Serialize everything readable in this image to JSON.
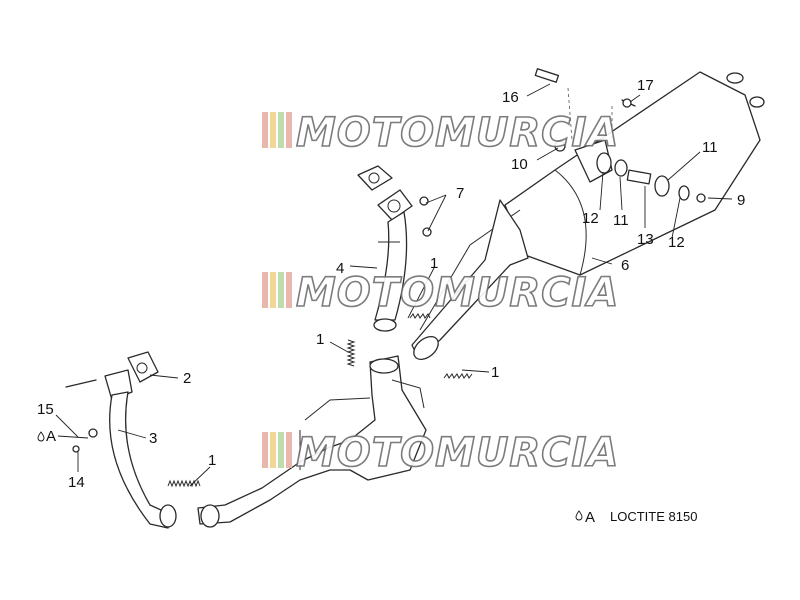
{
  "watermark": {
    "text": "MOTOMURCIA",
    "stripe_colors": [
      "#e8b0a6",
      "#f0d28a",
      "#b9d9a3"
    ]
  },
  "callouts": {
    "c1a": "1",
    "c1b": "1",
    "c1c": "1",
    "c1d": "1",
    "c2": "2",
    "c3": "3",
    "c4": "4",
    "c6": "6",
    "c7": "7",
    "c9": "9",
    "c10": "10",
    "c11a": "11",
    "c11b": "11",
    "c12a": "12",
    "c12b": "12",
    "c13": "13",
    "c14": "14",
    "c15": "15",
    "c16": "16",
    "c17": "17",
    "loctite_marker": "A"
  },
  "legend": {
    "marker": "A",
    "text": "LOCTITE 8150"
  }
}
